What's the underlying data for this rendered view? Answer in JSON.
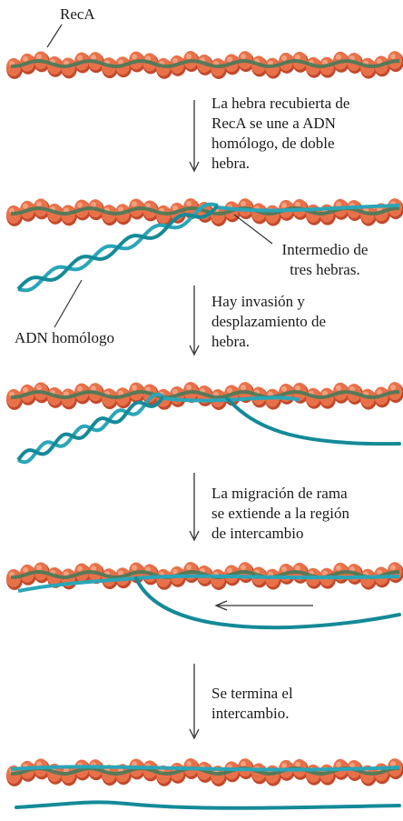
{
  "labels": {
    "reca": "RecA",
    "intermediate": [
      "Intermedio de",
      "tres hebras."
    ],
    "homologous_dna": "ADN homólogo"
  },
  "steps": [
    {
      "lines": [
        "La hebra recubierta de",
        "RecA se une a ADN",
        "homólogo, de doble",
        "hebra."
      ]
    },
    {
      "lines": [
        "Hay invasión y",
        "desplazamiento de",
        "hebra."
      ]
    },
    {
      "lines": [
        "La migración de rama",
        "se extiende a la región",
        "de intercambio"
      ]
    },
    {
      "lines": [
        "Se termina el",
        "intercambio."
      ]
    }
  ],
  "colors": {
    "reca_protein": "#e8714a",
    "reca_shadow": "#c2492b",
    "ssdna_core": "#3d7a5a",
    "dna_strand": "#2aa6b8",
    "dna_strand_dark": "#148a98",
    "arrow": "#333333"
  }
}
